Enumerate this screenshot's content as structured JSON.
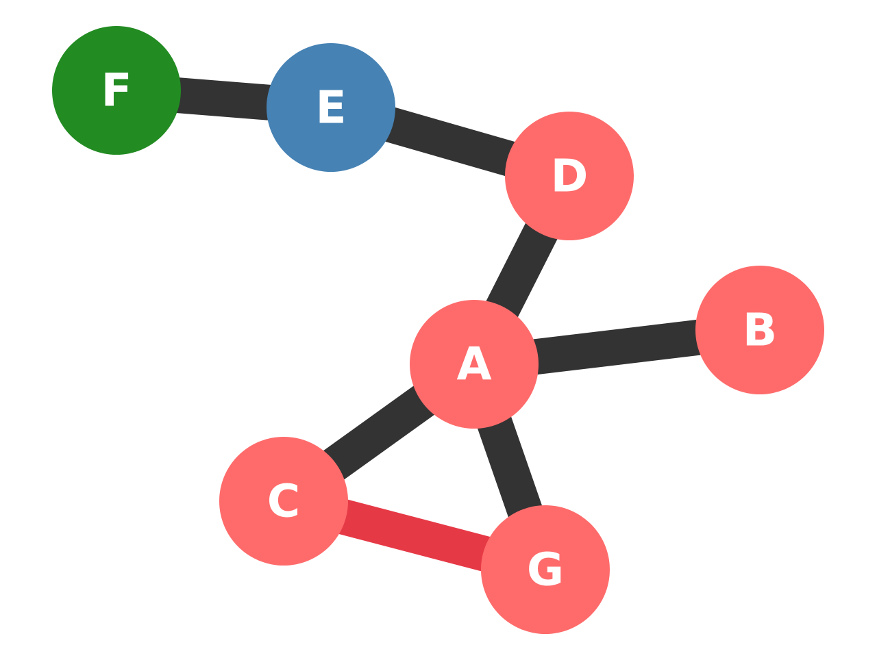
{
  "graph": {
    "colors": {
      "edge_default": "#333333",
      "edge_highlight": "#e63946",
      "label": "#ffffff"
    },
    "nodes": [
      {
        "id": "F",
        "label": "F",
        "color": "#228b22"
      },
      {
        "id": "E",
        "label": "E",
        "color": "#4682b4"
      },
      {
        "id": "D",
        "label": "D",
        "color": "#ff6b6b"
      },
      {
        "id": "B",
        "label": "B",
        "color": "#ff6b6b"
      },
      {
        "id": "A",
        "label": "A",
        "color": "#ff6b6b"
      },
      {
        "id": "C",
        "label": "C",
        "color": "#ff6b6b"
      },
      {
        "id": "G",
        "label": "G",
        "color": "#ff6b6b"
      }
    ],
    "edges": [
      {
        "from": "F",
        "to": "E",
        "highlight": false
      },
      {
        "from": "E",
        "to": "D",
        "highlight": false
      },
      {
        "from": "D",
        "to": "A",
        "highlight": false
      },
      {
        "from": "A",
        "to": "B",
        "highlight": false
      },
      {
        "from": "A",
        "to": "C",
        "highlight": false
      },
      {
        "from": "A",
        "to": "G",
        "highlight": false
      },
      {
        "from": "C",
        "to": "G",
        "highlight": true
      }
    ]
  }
}
